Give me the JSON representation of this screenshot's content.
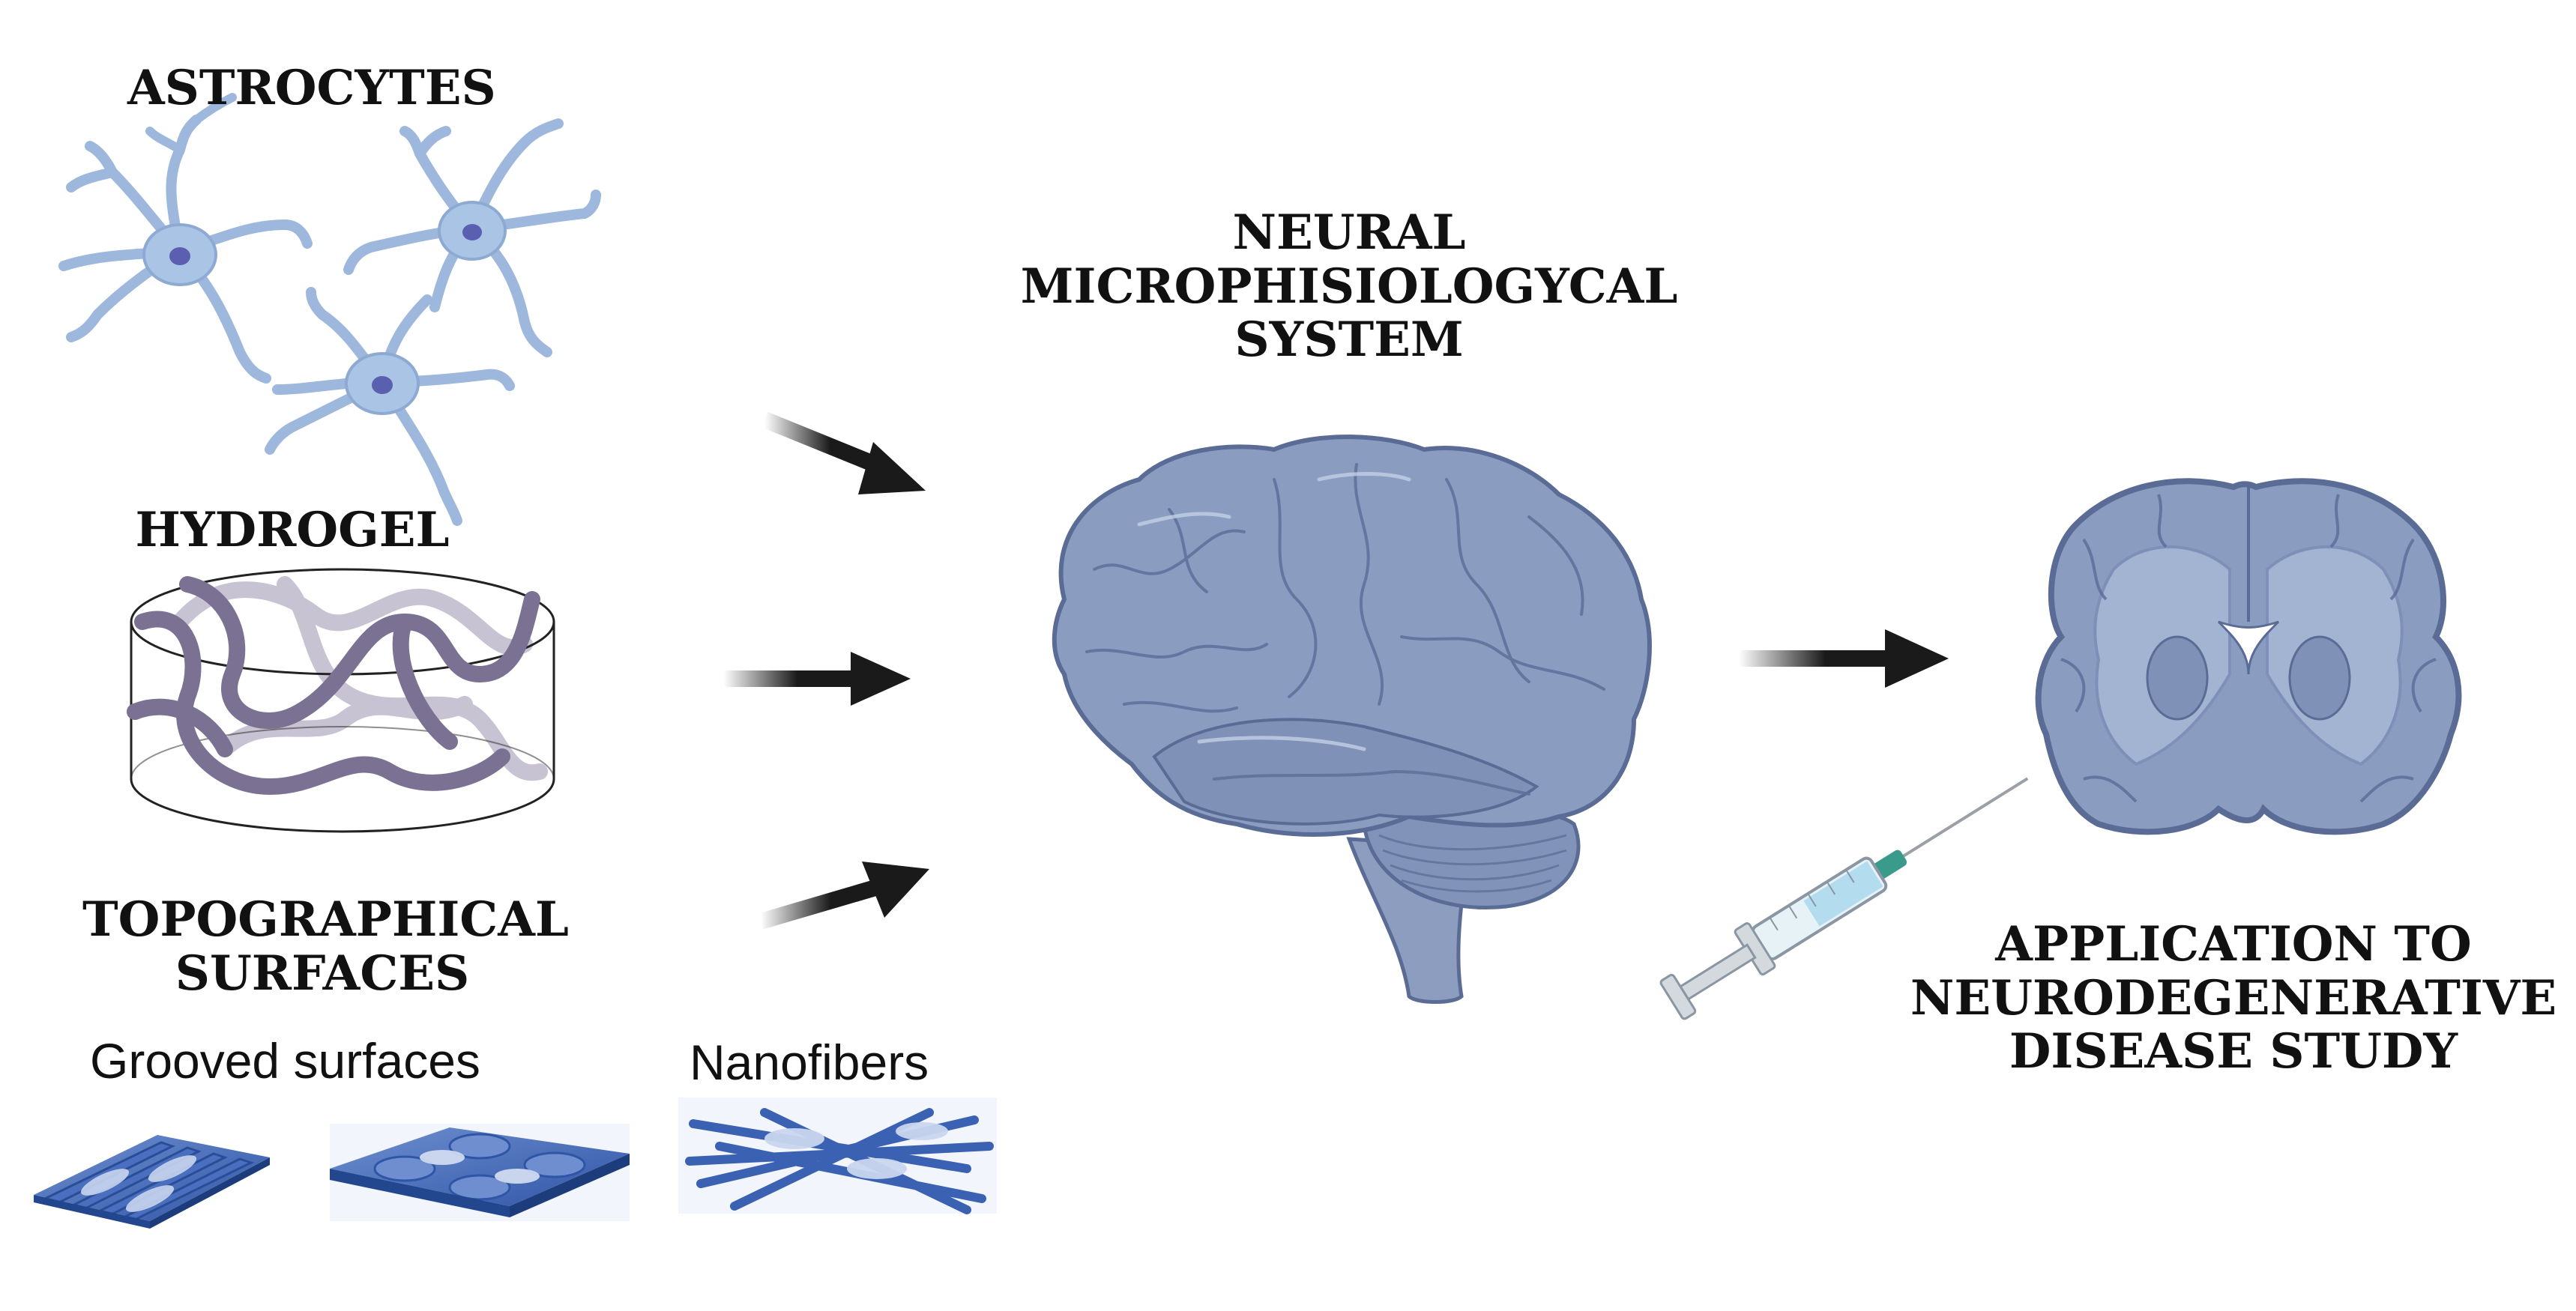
{
  "labels": {
    "astrocytes": "ASTROCYTES",
    "hydrogel": "HYDROGEL",
    "topographical_line1": "TOPOGRAPHICAL",
    "topographical_line2": "SURFACES",
    "grooved": "Grooved surfaces",
    "nanofibers": "Nanofibers",
    "neural_line1": "NEURAL",
    "neural_line2": "MICROPHISIOLOGYCAL",
    "neural_line3": "SYSTEM",
    "application_line1": "APPLICATION TO",
    "application_line2": "NEURODEGENERATIVE",
    "application_line3": "DISEASE STUDY"
  },
  "colors": {
    "astrocyte": "#a9c4e4",
    "astrocyte_nucleus": "#5a5fb0",
    "hydrogel_fiber": "#7b7192",
    "hydrogel_fiber_faded": "#c8c3d2",
    "brain": "#8a9cc0",
    "brain_shadow": "#6f82a8",
    "surface_blue": "#3f64b0",
    "arrow": "#1a1a1a",
    "text": "#111111"
  },
  "icons": {
    "astrocytes": "astrocyte-cell-illustration",
    "hydrogel": "hydrogel-cylinder-illustration",
    "brain": "brain-illustration",
    "brain_section": "coronal-brain-section-illustration",
    "syringe": "syringe-illustration"
  }
}
